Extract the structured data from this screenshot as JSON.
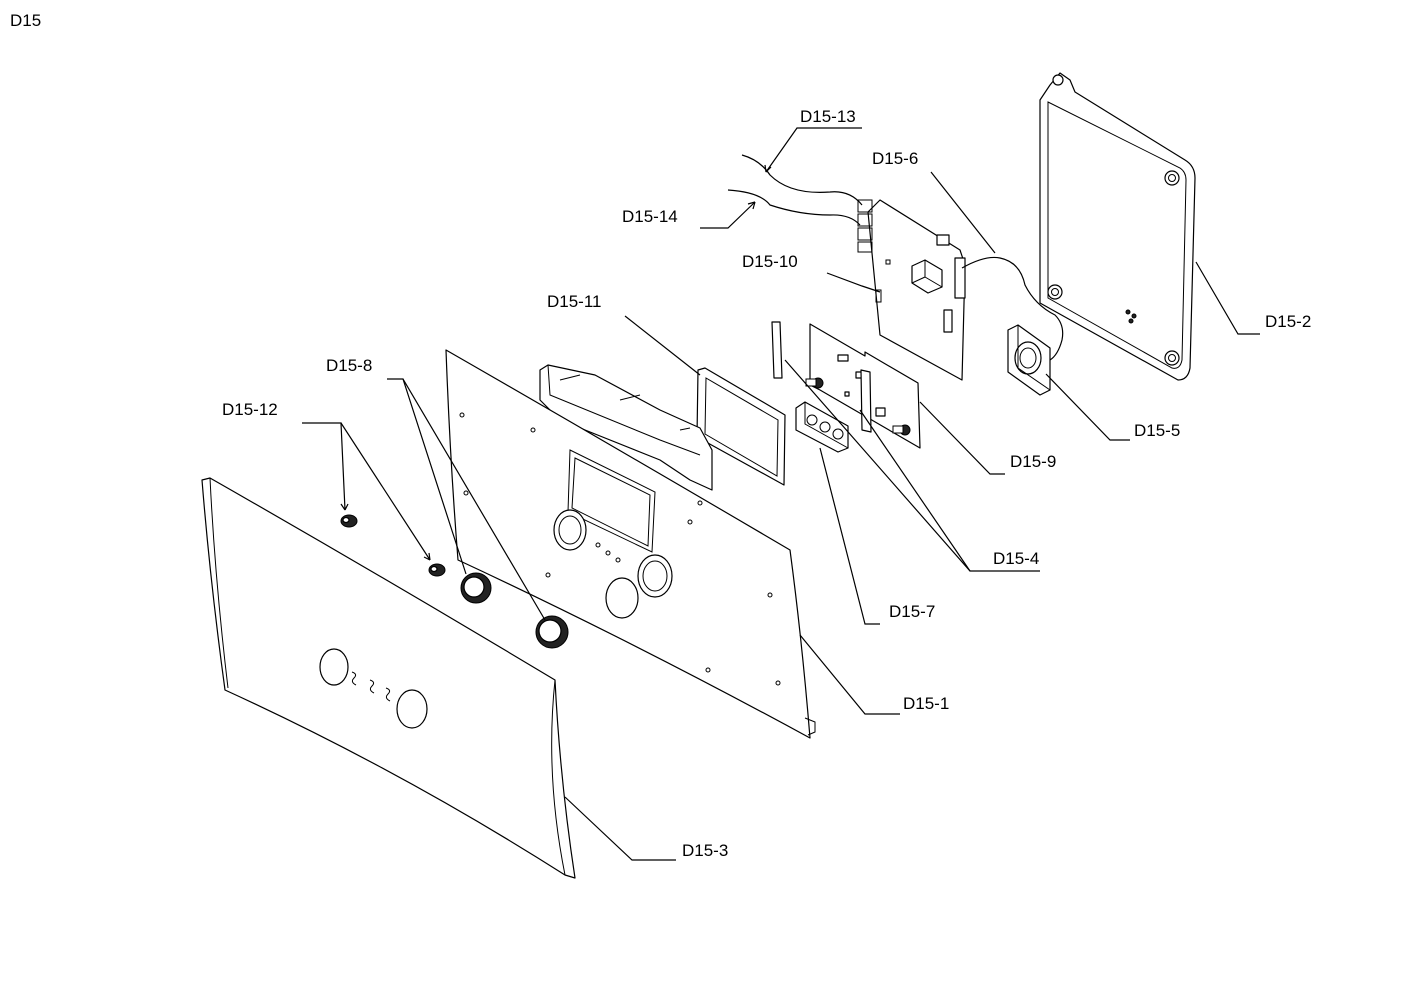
{
  "figure_id": "D15",
  "labels": {
    "d15_1": "D15-1",
    "d15_2": "D15-2",
    "d15_3": "D15-3",
    "d15_4": "D15-4",
    "d15_5": "D15-5",
    "d15_6": "D15-6",
    "d15_7": "D15-7",
    "d15_8": "D15-8",
    "d15_9": "D15-9",
    "d15_10": "D15-10",
    "d15_11": "D15-11",
    "d15_12": "D15-12",
    "d15_13": "D15-13",
    "d15_14": "D15-14"
  }
}
